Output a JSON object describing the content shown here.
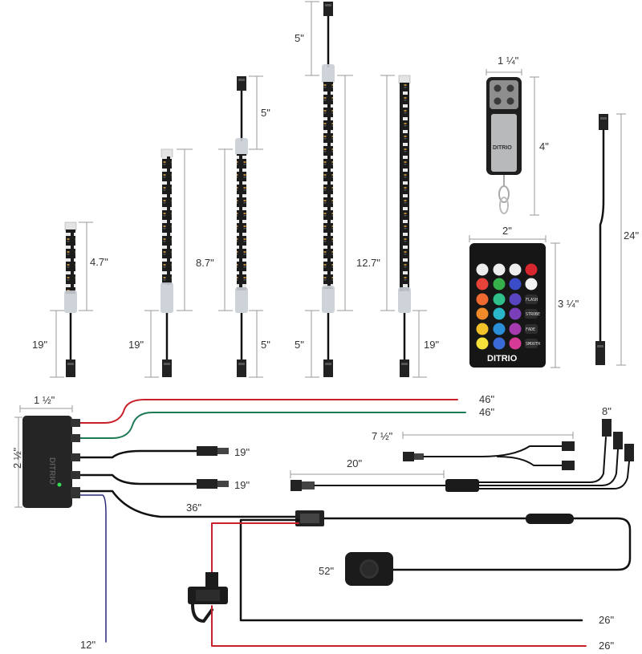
{
  "brand": {
    "name": "DITRIO"
  },
  "colors": {
    "wire_red": "#c8202a",
    "wire_green": "#1f7a56",
    "wire_blue": "#2a2a7a",
    "wire_black": "#111111",
    "strip_body": "#1c1c1c",
    "strip_jacket": "#c8ced4",
    "led_power": "#33dd55"
  },
  "icons": [
    "sun-icon",
    "brightness-icon",
    "gear-icon",
    "power-icon",
    "key-fob-icon",
    "dimmer-switch-icon",
    "fuse-holder-icon",
    "connector-icon"
  ],
  "strips": [
    {
      "id": "strip-4-7",
      "length": "4.7\"",
      "lead": "19\""
    },
    {
      "id": "strip-8-7-a",
      "length": "",
      "lead": "19\""
    },
    {
      "id": "strip-8-7-b",
      "length": "8.7\"",
      "lead_top": "5\"",
      "lead": "5\""
    },
    {
      "id": "strip-12-7-a",
      "length": "",
      "lead_top": "5\"",
      "lead": "5\""
    },
    {
      "id": "strip-12-7-b",
      "length": "12.7\"",
      "lead": "19\""
    }
  ],
  "labels": {
    "s1_len": "4.7\"",
    "s1_lead": "19\"",
    "s2_lead": "19\"",
    "s3_top": "5\"",
    "s3_len": "8.7\"",
    "s3_lead": "5\"",
    "s4_top": "5\"",
    "s4_len": "12.7\"",
    "s4_lead": "5\"",
    "s5_lead": "19\"",
    "fob_width": "1 ¼\"",
    "fob_height": "4\"",
    "remote_width": "2\"",
    "remote_height": "3 ¼\"",
    "ext_cable": "24\"",
    "box_width": "1 ½\"",
    "box_height": "2 ½\"",
    "red_wire": "46\"",
    "green_wire": "46\"",
    "out1": "19\"",
    "out2": "19\"",
    "main_cable": "36\"",
    "blue_wire": "12\"",
    "splitter_short": "7 ½\"",
    "splitter_leads": "8\"",
    "splitter_long": "20\"",
    "dimmer": "52\"",
    "ground_wire": "26\"",
    "power_wire": "26\""
  },
  "remote": {
    "side_buttons": [
      "FLASH",
      "STROBE",
      "FADE",
      "SMOOTH"
    ]
  }
}
